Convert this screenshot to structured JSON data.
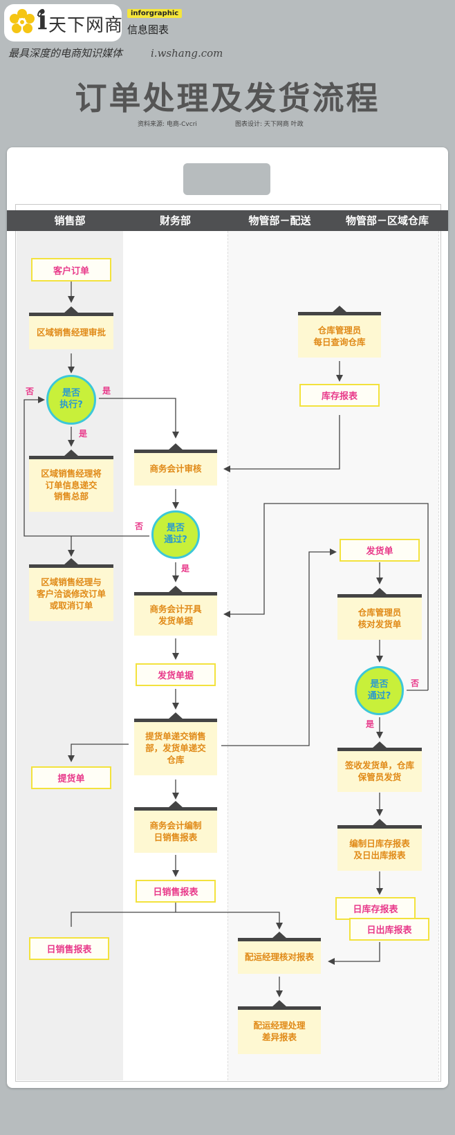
{
  "header": {
    "logo_text": "天下网商",
    "badge": "inforgraphic",
    "subtitle": "信息图表",
    "slogan": "最具深度的电商知识媒体",
    "url": "i.wshang.com",
    "title": "订单处理及发货流程",
    "source": "资料来源:  电商-Cvcri",
    "designer": "图表设计:  天下网商  叶政"
  },
  "lanes": [
    "销售部",
    "财务部",
    "物管部－配送",
    "物管部－区域仓库"
  ],
  "nodes": {
    "customer_order": "客户订单",
    "regional_approval": "区域销售经理审批",
    "execute_q": [
      "是否",
      "执行?"
    ],
    "submit_to_sales": [
      "区域销售经理将",
      "订单信息递交",
      "销售总部"
    ],
    "negotiate": [
      "区域销售经理与",
      "客户洽谈修改订单",
      "或取消订单"
    ],
    "pickup_slip": "提货单",
    "daily_sales_report_left": "日销售报表",
    "accounting_review": "商务会计审核",
    "pass_q1": [
      "是否",
      "通过?"
    ],
    "issue_docs": [
      "商务会计开具",
      "发货单据"
    ],
    "shipping_docs": "发货单据",
    "submit_docs": [
      "提货单递交销售",
      "部，发货单递交",
      "仓库"
    ],
    "compile_daily": [
      "商务会计编制",
      "日销售报表"
    ],
    "daily_sales_report": "日销售报表",
    "dispatch_check": "配运经理核对报表",
    "dispatch_diff": [
      "配运经理处理",
      "差异报表"
    ],
    "warehouse_query": [
      "仓库管理员",
      "每日查询仓库"
    ],
    "inventory_report": "库存报表",
    "delivery_note": "发货单",
    "check_delivery": [
      "仓库管理员",
      "核对发货单"
    ],
    "pass_q2": [
      "是否",
      "通过?"
    ],
    "sign_ship": [
      "签收发货单，仓库",
      "保管员发货"
    ],
    "compile_inventory": [
      "编制日库存报表",
      "及日出库报表"
    ],
    "daily_inventory": "日库存报表",
    "daily_outbound": "日出库报表"
  },
  "labels": {
    "yes": "是",
    "no": "否"
  },
  "colors": {
    "background": "#b7bcbe",
    "header_bar": "#4f5052",
    "process_fill": "#fef8d2",
    "process_text": "#e08a18",
    "doc_border": "#f3e23c",
    "doc_text": "#e8398a",
    "decision_fill": "#c8f03a",
    "decision_border": "#3cc7d8",
    "decision_text": "#2a9ad0"
  }
}
